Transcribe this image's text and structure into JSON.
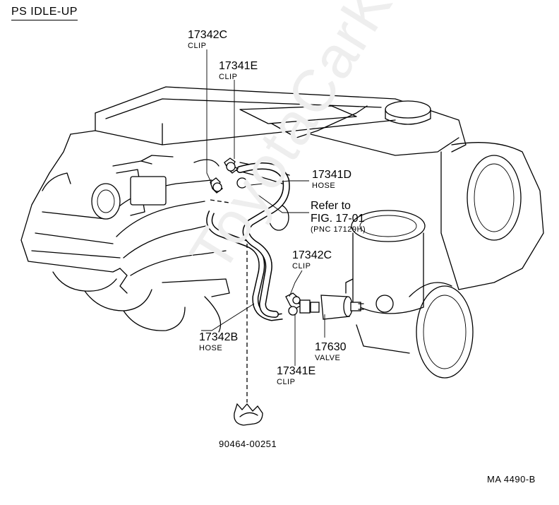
{
  "title": "PS  IDLE-UP",
  "watermark": "ToyotaCarKillin.ru",
  "parts": [
    {
      "key": "clip_c_top",
      "number": "17342C",
      "name": "CLIP"
    },
    {
      "key": "clip_e_top",
      "number": "17341E",
      "name": "CLIP"
    },
    {
      "key": "hose_d",
      "number": "17341D",
      "name": "HOSE"
    },
    {
      "key": "clip_c_mid",
      "number": "17342C",
      "name": "CLIP"
    },
    {
      "key": "hose_b",
      "number": "17342B",
      "name": "HOSE"
    },
    {
      "key": "valve",
      "number": "17630",
      "name": "VALVE"
    },
    {
      "key": "clip_e_bot",
      "number": "17341E",
      "name": "CLIP"
    },
    {
      "key": "bracket",
      "number": "90464-00251",
      "name": ""
    }
  ],
  "reference": {
    "line1": "Refer to",
    "line2": "FIG. 17-01",
    "line3": "(PNC 17129H)"
  },
  "figure_code": "MA  4490-B"
}
